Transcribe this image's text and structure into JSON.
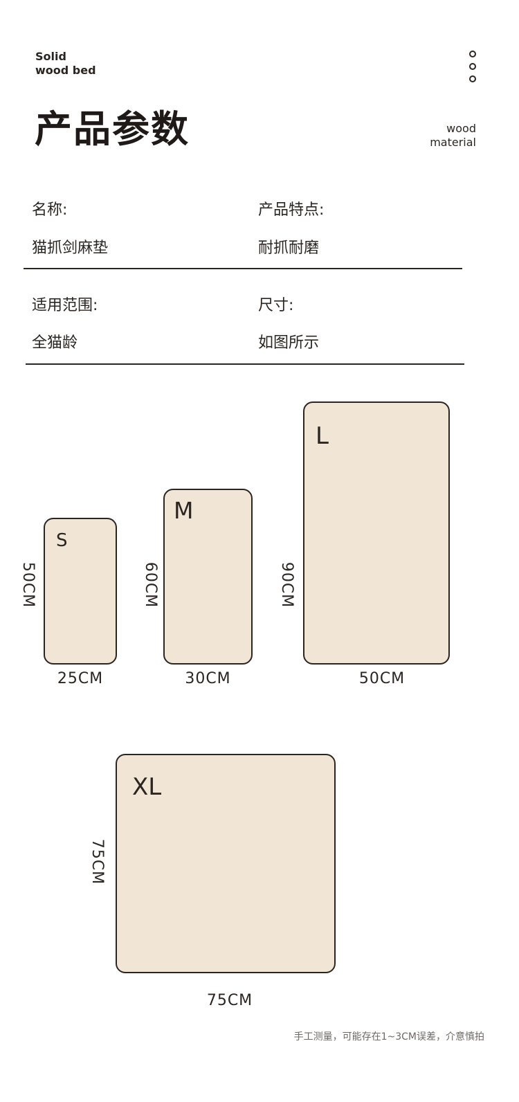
{
  "header": {
    "brand_line1": "Solid",
    "brand_line2": "wood bed",
    "title": "产品参数",
    "material_line1": "wood",
    "material_line2": "material",
    "menu_icon": "vertical-dots-icon"
  },
  "specs": [
    {
      "label": "名称:",
      "value": "猫抓剑麻垫"
    },
    {
      "label": "产品特点:",
      "value": "耐抓耐磨"
    },
    {
      "label": "适用范围:",
      "value": "全猫龄"
    },
    {
      "label": "尺寸:",
      "value": "如图所示"
    }
  ],
  "sizes": [
    {
      "name": "S",
      "width": "25CM",
      "height": "50CM"
    },
    {
      "name": "M",
      "width": "30CM",
      "height": "60CM"
    },
    {
      "name": "L",
      "width": "50CM",
      "height": "90CM"
    },
    {
      "name": "XL",
      "width": "75CM",
      "height": "75CM"
    }
  ],
  "colors": {
    "mat_fill": "#f1e6d6",
    "ink": "#2b2521",
    "note": "#6e6864"
  },
  "footnote": "手工测量，可能存在1~3CM误差，介意慎拍"
}
